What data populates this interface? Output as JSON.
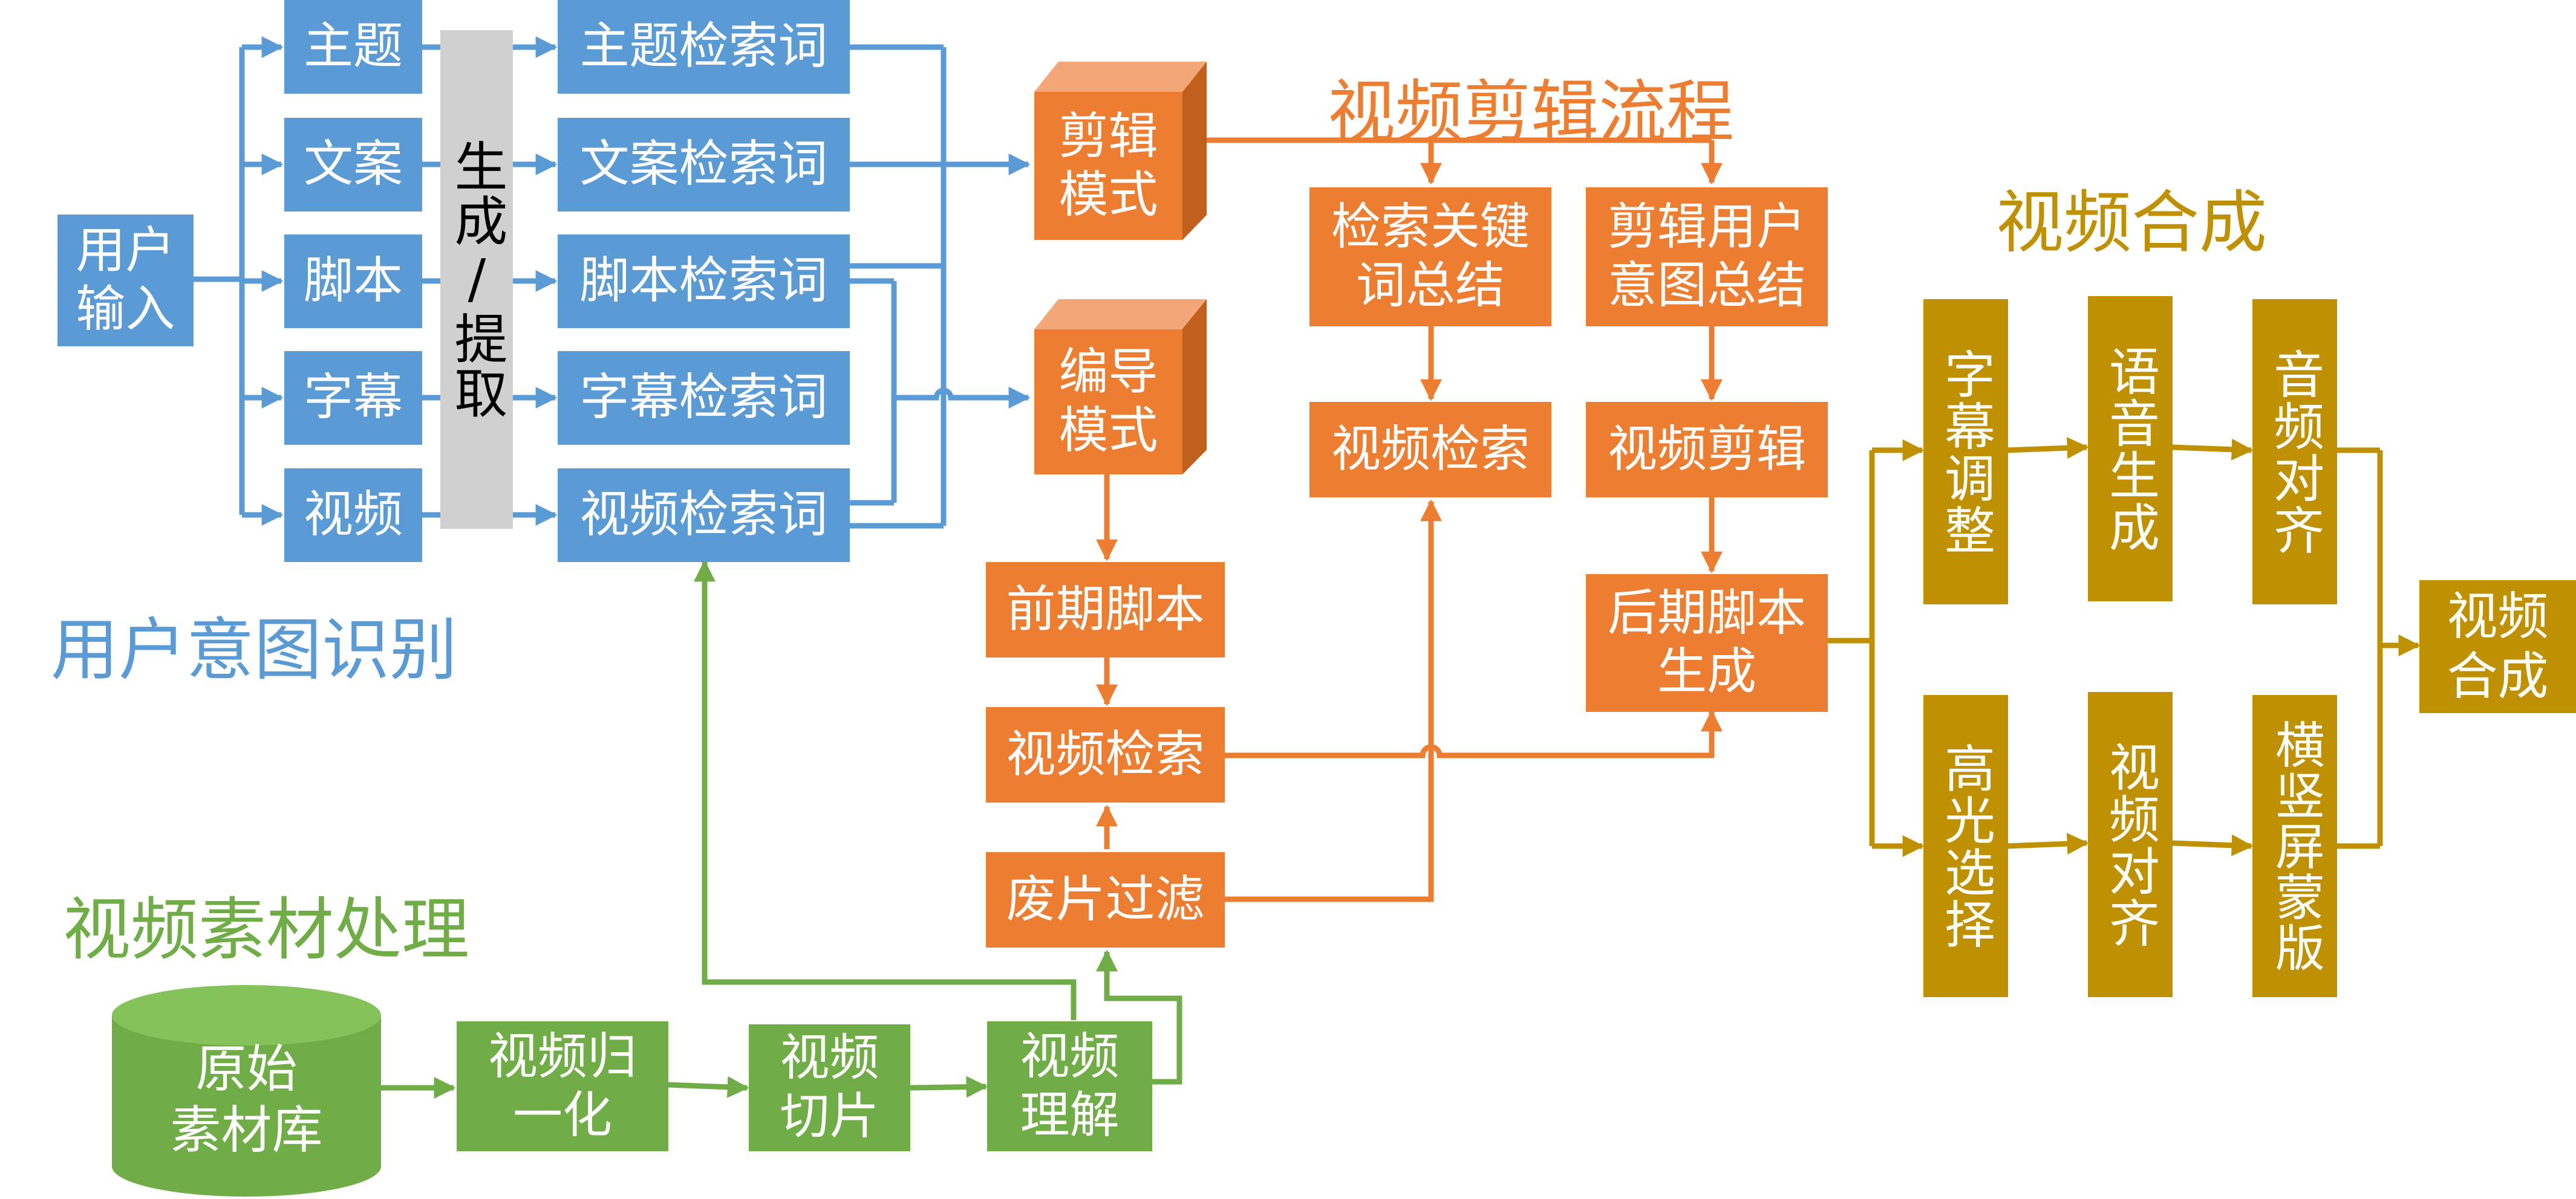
{
  "sections": {
    "intent": "用户意图识别",
    "edit_flow": "视频剪辑流程",
    "synthesis": "视频合成",
    "material": "视频素材处理"
  },
  "intent": {
    "user_input": [
      "用户",
      "输入"
    ],
    "categories": [
      "主题",
      "文案",
      "脚本",
      "字幕",
      "视频"
    ],
    "extract": "生成/提取",
    "keywords": [
      "主题检索词",
      "文案检索词",
      "脚本检索词",
      "字幕检索词",
      "视频检索词"
    ]
  },
  "modes": {
    "edit_mode": [
      "剪辑",
      "模式"
    ],
    "director_mode": [
      "编导",
      "模式"
    ]
  },
  "edit_flow": {
    "keyword_summary": [
      "检索关键",
      "词总结"
    ],
    "intent_summary": [
      "剪辑用户",
      "意图总结"
    ],
    "video_search_top": "视频检索",
    "video_edit": "视频剪辑",
    "post_script": [
      "后期脚本",
      "生成"
    ]
  },
  "director_flow": {
    "pre_script": "前期脚本",
    "video_search": "视频检索",
    "filter": "废片过滤"
  },
  "material": {
    "library": [
      "原始",
      "素材库"
    ],
    "normalize": [
      "视频归",
      "一化"
    ],
    "slice": [
      "视频",
      "切片"
    ],
    "understand": [
      "视频",
      "理解"
    ]
  },
  "synthesis": {
    "subtitle_adjust": "字幕调整",
    "voice_gen": "语音生成",
    "audio_align": "音频对齐",
    "highlight": "高光选择",
    "video_align": "视频对齐",
    "mask": "横竖屏蒙版",
    "final": [
      "视频",
      "合成"
    ]
  },
  "colors": {
    "blue": "#5b9bd5",
    "orange": "#ed7d31",
    "gold": "#bf9000",
    "green": "#70ad47",
    "gray": "#d0d0d0"
  }
}
